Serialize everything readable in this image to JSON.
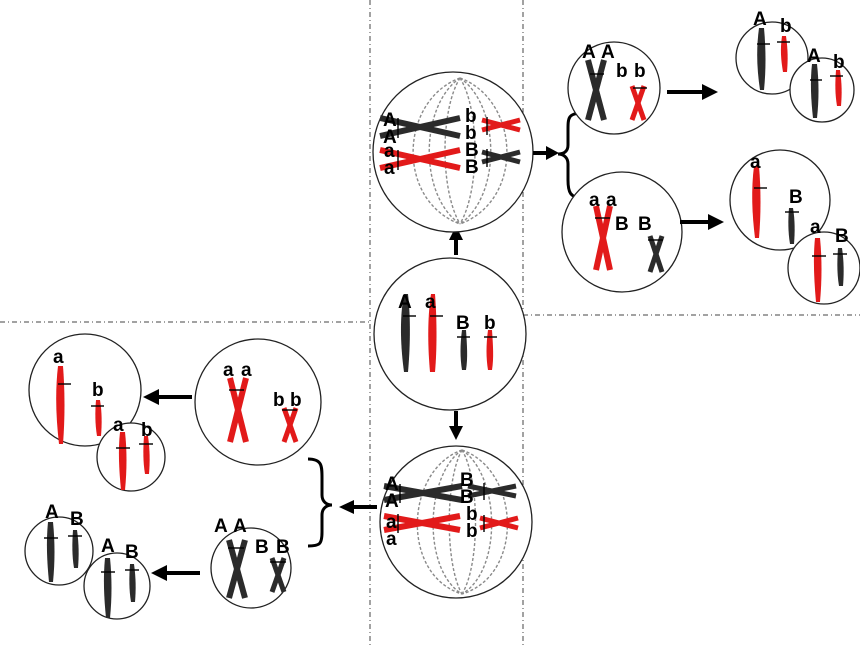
{
  "colors": {
    "dark_chromosome": "#2b2b2b",
    "red_chromosome": "#e21a1a",
    "cell_outline": "#222222",
    "arrow": "#000000"
  },
  "labels": {
    "A": "A",
    "a": "a",
    "B": "B",
    "b": "b"
  }
}
